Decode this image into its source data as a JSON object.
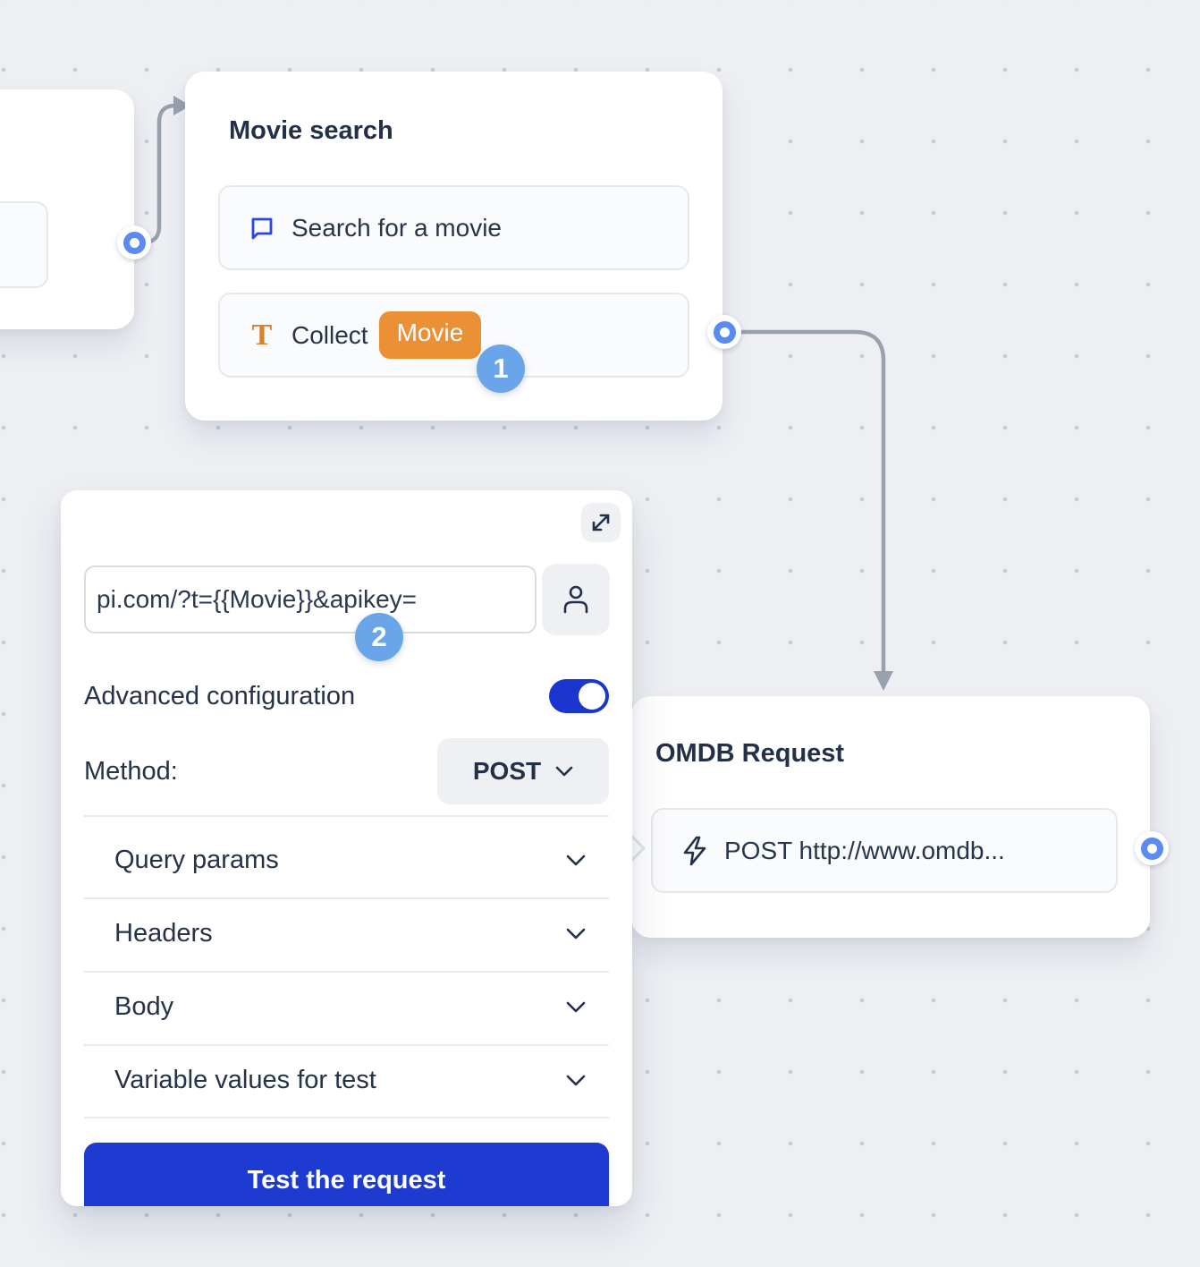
{
  "canvas": {
    "background_color": "#edeff3",
    "dot_color": "#c6cdd9",
    "connection_color": "#99a1ad",
    "port_color": "#5a8bf2"
  },
  "movie_search_node": {
    "title": "Movie search",
    "items": [
      {
        "icon": "chat-bubble-icon",
        "label": "Search for a movie"
      },
      {
        "icon": "text-variable-icon",
        "label": "Collect",
        "badge": "Movie"
      }
    ]
  },
  "annotations": {
    "step1": "1",
    "step2": "2"
  },
  "config_panel": {
    "expand_icon": "expand-diagonal-icon",
    "url_field": {
      "value": "pi.com/?t={{Movie}}&apikey="
    },
    "user_button_icon": "person-icon",
    "advanced_label": "Advanced configuration",
    "advanced_toggle_state": "on",
    "method_label": "Method:",
    "method_value": "POST",
    "sections": [
      {
        "label": "Query params"
      },
      {
        "label": "Headers"
      },
      {
        "label": "Body"
      },
      {
        "label": "Variable values for test"
      }
    ],
    "test_button": "Test the request"
  },
  "omdb_node": {
    "title": "OMDB Request",
    "item": {
      "icon": "lightning-icon",
      "label": "POST http://www.omdb..."
    }
  },
  "colors": {
    "accent_blue": "#1d3ad1",
    "badge_blue": "#6aa5ea",
    "variable_orange": "#eb9034",
    "navy_text": "#273449"
  }
}
